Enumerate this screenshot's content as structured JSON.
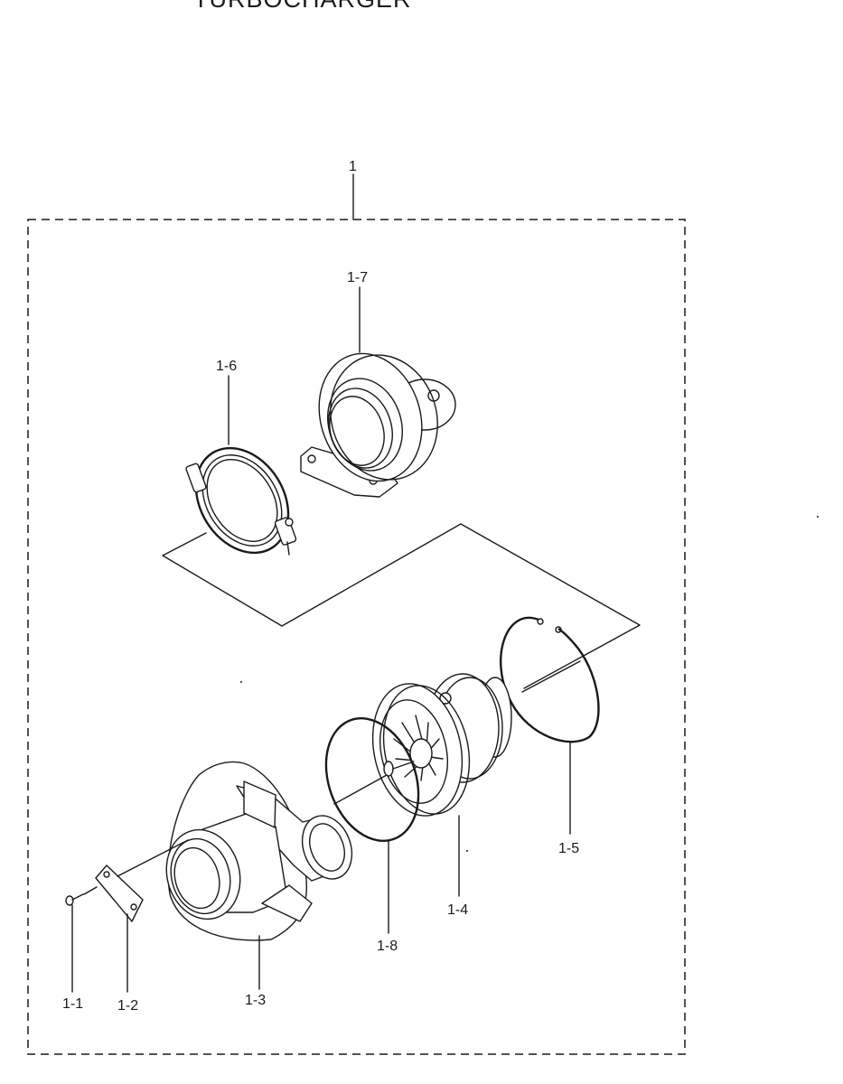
{
  "title": "TURBOCHARGER",
  "labels": {
    "assembly": "1",
    "screw": "1-1",
    "plate": "1-2",
    "turbine_housing": "1-3",
    "cartridge": "1-4",
    "snap_ring": "1-5",
    "clamp": "1-6",
    "compressor_housing": "1-7",
    "o_ring": "1-8"
  }
}
